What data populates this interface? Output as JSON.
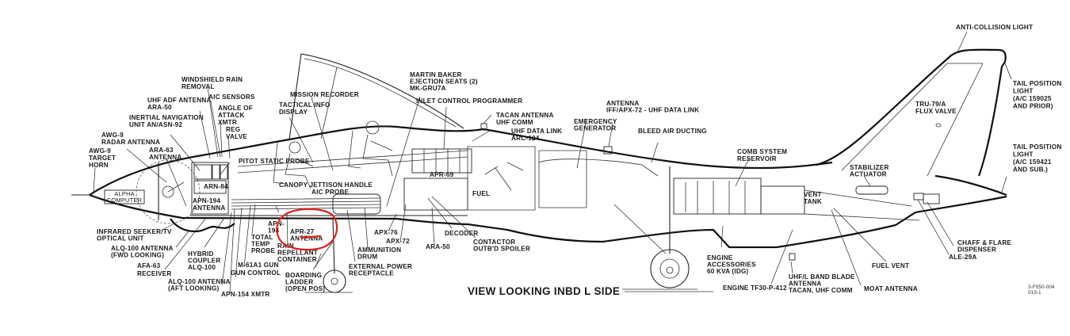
{
  "diagram": {
    "title": "VIEW LOOKING INBD L SIDE",
    "reference": [
      "3-F050-004",
      "019-1"
    ],
    "subject": "Fighter aircraft left side cutaway — equipment location",
    "annotation": {
      "type": "red circle",
      "target": "APR-27 ANTENNA",
      "color": "#e0201a"
    },
    "callouts": {
      "awg9_target_horn": [
        "AWG-9",
        "TARGET",
        "HORN"
      ],
      "awg9_radar_antenna": [
        "AWG-9",
        "RADAR ANTENNA"
      ],
      "ara63_antenna": [
        "ARA-63",
        "ANTENNA"
      ],
      "inertial_nav": [
        "INERTIAL NAVIGATION",
        "UNIT AN/ASN-92"
      ],
      "uhf_adf_antenna": [
        "UHF ADF ANTENNA",
        "ARA-50"
      ],
      "windshield_rain": [
        "WINDSHIELD RAIN",
        "REMOVAL"
      ],
      "aic_sensors": [
        "AIC SENSORS"
      ],
      "angle_of_attack": [
        "ANGLE OF",
        "ATTACK",
        "XMTR"
      ],
      "reg_valve": [
        "REG",
        "VALVE"
      ],
      "alpha_computer": [
        "ALPHA",
        "COMPUTER"
      ],
      "arn84": [
        "ARN-84"
      ],
      "apn194_antenna": [
        "APN-194",
        "ANTENNA"
      ],
      "pitot_static_probe": [
        "PITOT STATIC PROBE"
      ],
      "tactical_info_display": [
        "TACTICAL INFO",
        "DISPLAY"
      ],
      "mission_recorder": [
        "MISSION RECORDER"
      ],
      "martin_baker": [
        "MARTIN BAKER",
        "EJECTION SEATS (2)",
        "MK-GRU7A"
      ],
      "inlet_control": [
        "INLET CONTROL PROGRAMMER"
      ],
      "tacan_antenna": [
        "TACAN ANTENNA",
        "UHF COMM"
      ],
      "uhf_data_link": [
        "UHF DATA LINK",
        "ARC-124"
      ],
      "canopy_jettison": [
        "CANOPY JETTISON HANDLE"
      ],
      "aic_probe": [
        "AIC PROBE"
      ],
      "apr69": [
        "APR-69"
      ],
      "fuel": [
        "FUEL"
      ],
      "emergency_generator": [
        "EMERGENCY",
        "GENERATOR"
      ],
      "antenna_iff": [
        "ANTENNA",
        "IFF/APX-72 - UHF DATA LINK"
      ],
      "bleed_air": [
        "BLEED AIR DUCTING"
      ],
      "comb_system": [
        "COMB SYSTEM",
        "RESERVOIR"
      ],
      "vent_tank": [
        "VENT",
        "TANK"
      ],
      "anti_collision": [
        "ANTI-COLLISION LIGHT"
      ],
      "tail_light_prior": [
        "TAIL POSITION",
        "LIGHT",
        "(A/C 159025",
        "AND PRIOR)"
      ],
      "tru79": [
        "TRU-79/A",
        "FLUX VALVE"
      ],
      "tail_light_sub": [
        "TAIL POSITION",
        "LIGHT",
        "(A/C 159421",
        "AND SUB.)"
      ],
      "stabilizer_actuator": [
        "STABILIZER",
        "ACTUATOR"
      ],
      "chaff_flare": [
        "CHAFF & FLARE",
        "DISPENSER"
      ],
      "ale29a": [
        "ALE-29A"
      ],
      "fuel_vent": [
        "FUEL VENT"
      ],
      "moat_antenna": [
        "MOAT ANTENNA"
      ],
      "uhf_l_band": [
        "UHF/L BAND BLADE",
        "ANTENNA",
        "TACAN, UHF COMM"
      ],
      "engine_tf30": [
        "ENGINE TF30-P-412"
      ],
      "engine_accessories": [
        "ENGINE",
        "ACCESSORIES",
        "60 KVA (IDG)"
      ],
      "infrared_seeker": [
        "INFRARED SEEKER/TV",
        "OPTICAL UNIT"
      ],
      "alq100_fwd": [
        "ALQ-100 ANTENNA",
        "(FWD LOOKING)"
      ],
      "afa63": [
        "AFA-63",
        "RECEIVER"
      ],
      "hybrid_coupler": [
        "HYBRID",
        "COUPLER",
        "ALQ-100"
      ],
      "alq100_aft": [
        "ALQ-100 ANTENNA",
        "(AFT LOOKING)"
      ],
      "apn154": [
        "APN-154 XMTR"
      ],
      "gun_control": [
        "GUN CONTROL"
      ],
      "m61a1": [
        "M-61A1 GUN"
      ],
      "total_temp": [
        "TOTAL",
        "TEMP",
        "PROBE"
      ],
      "apn194_lower": [
        "APN-",
        "194"
      ],
      "apr27": [
        "APR-27",
        "ANTENNA"
      ],
      "rain_repellant": [
        "RAIN",
        "REPELLANT",
        "CONTAINER"
      ],
      "boarding_ladder": [
        "BOARDING",
        "LADDER",
        "(OPEN POS)"
      ],
      "external_power": [
        "EXTERNAL POWER",
        "RECEPTACLE"
      ],
      "ammunition_drum": [
        "AMMUNITION",
        "DRUM"
      ],
      "apx76": [
        "APX-76"
      ],
      "apx72": [
        "APX-72"
      ],
      "ara50": [
        "ARA-50"
      ],
      "decoder": [
        "DECODER"
      ],
      "contactor": [
        "CONTACTOR",
        "OUTB'D SPOILER"
      ]
    }
  }
}
